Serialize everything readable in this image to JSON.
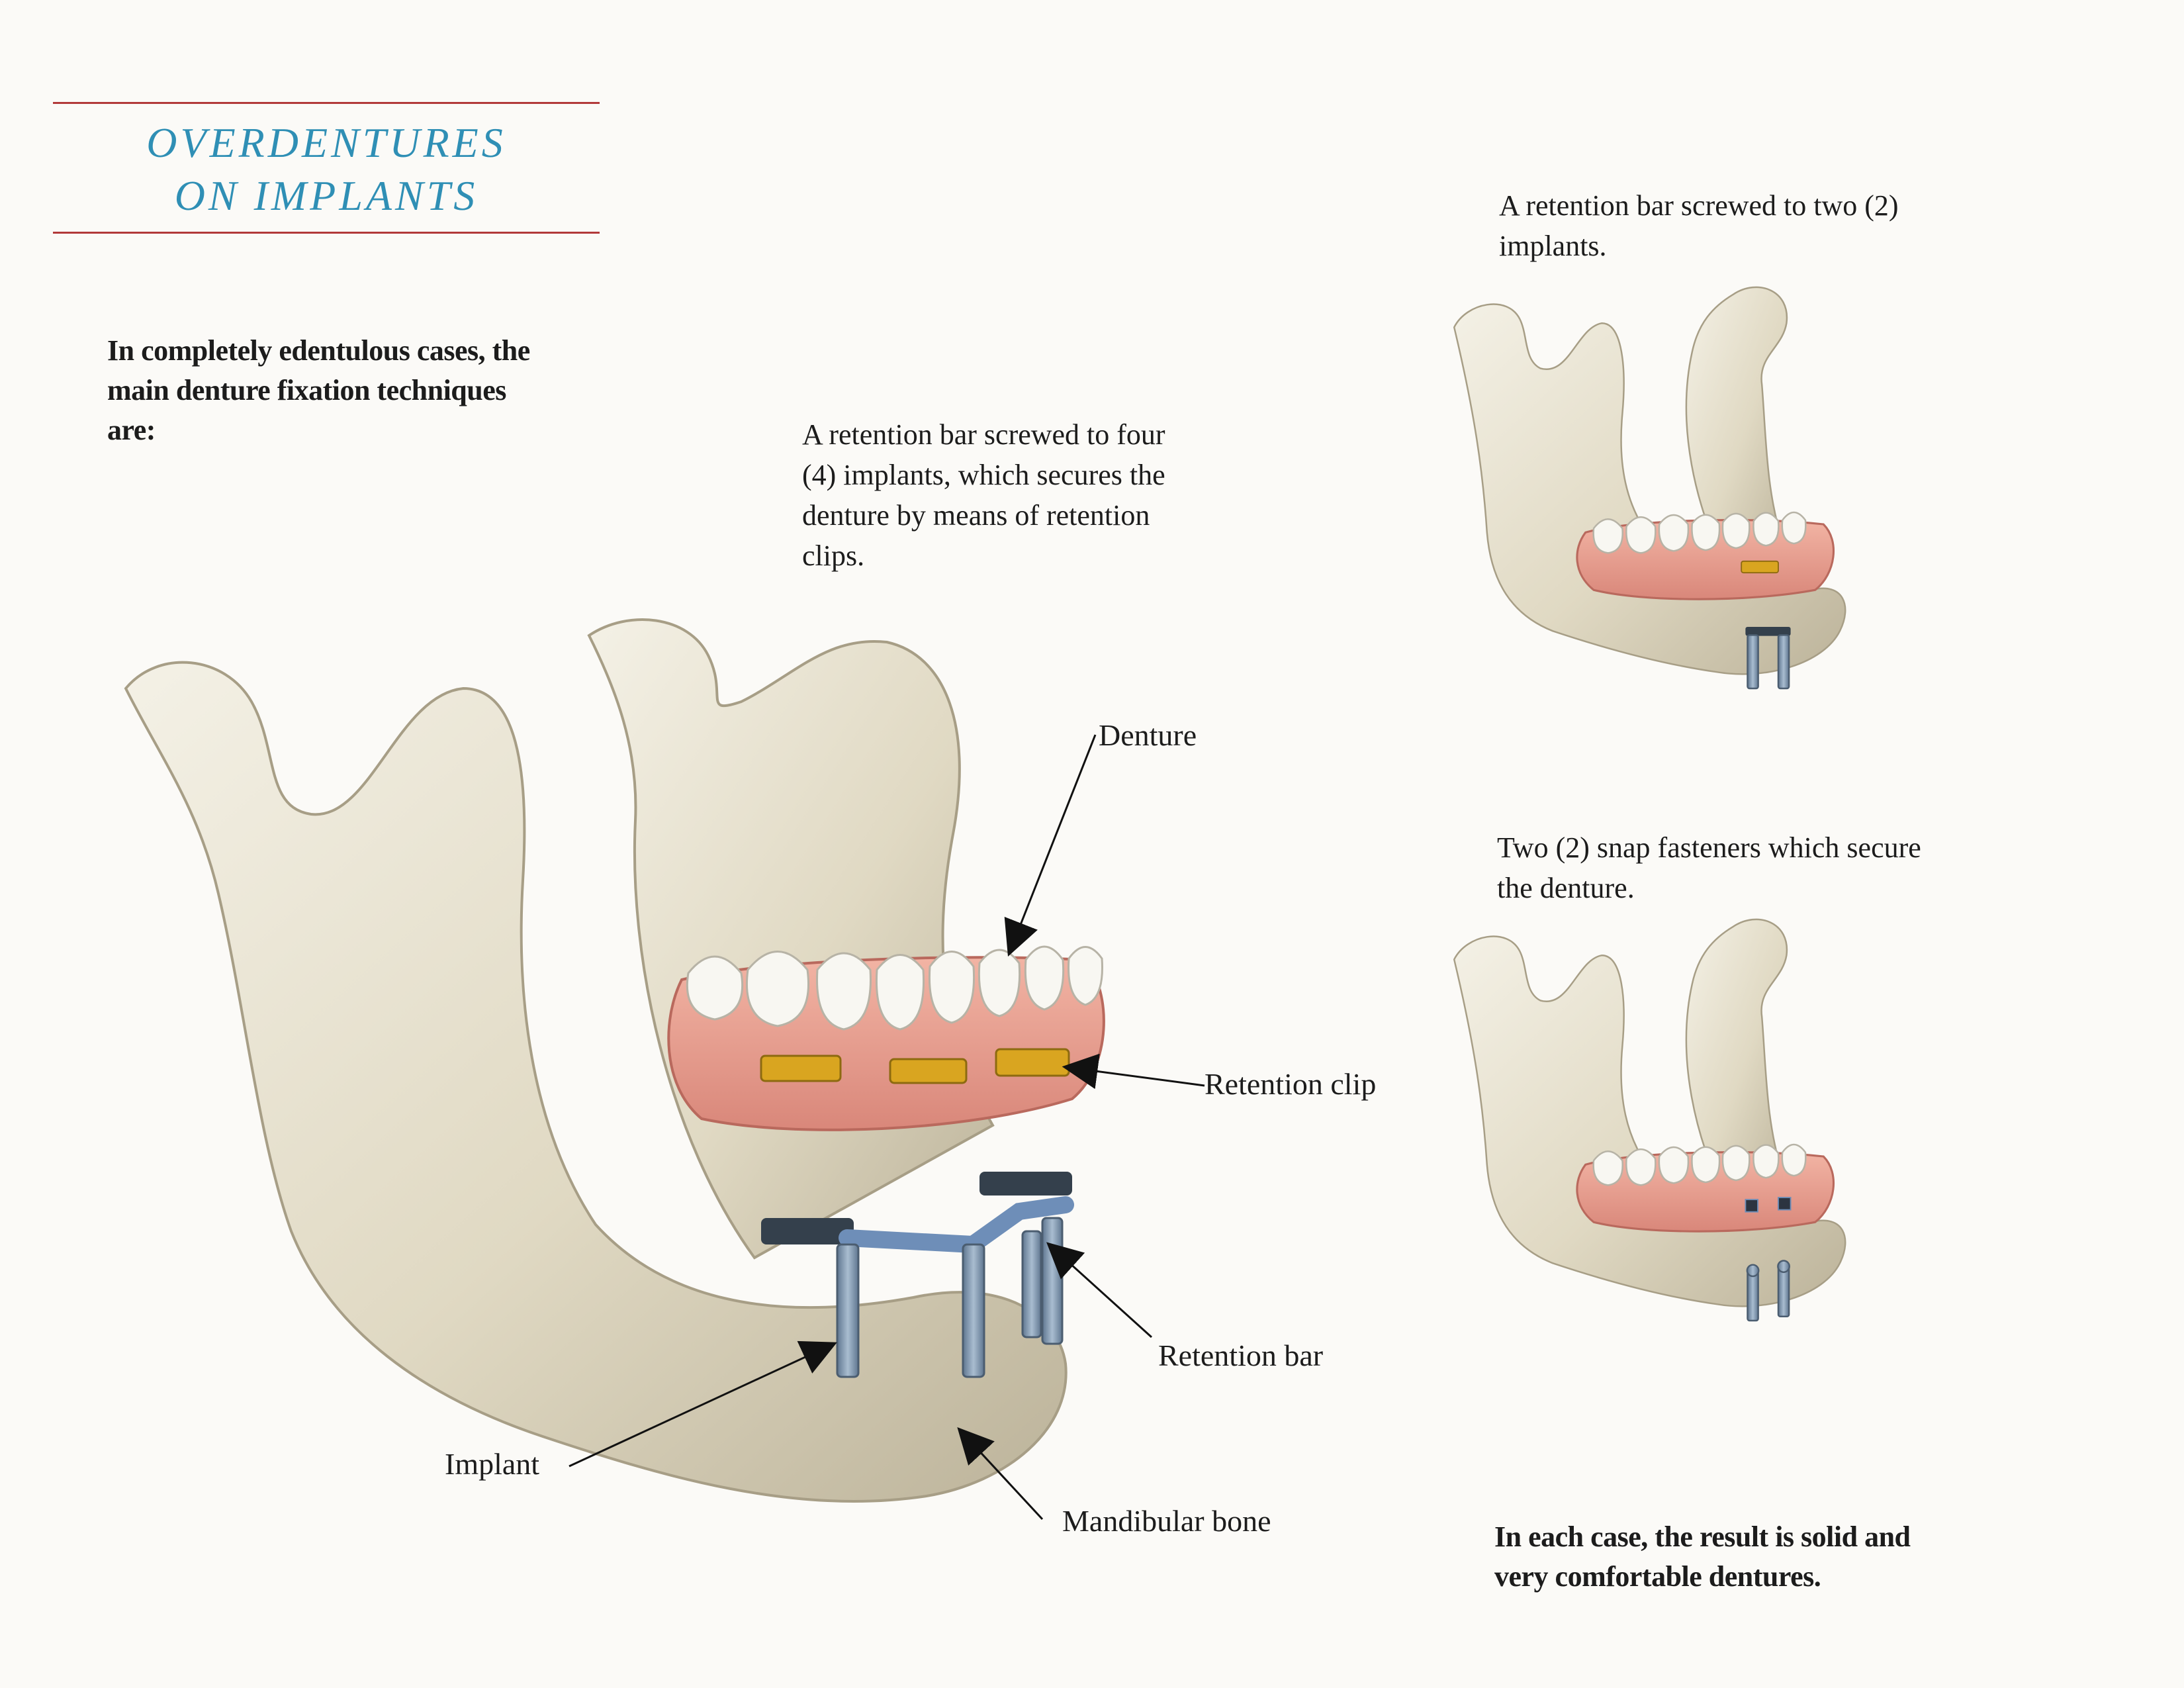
{
  "header": {
    "title_line1": "OVERDENTURES",
    "title_line2": "ON IMPLANTS"
  },
  "intro": "In completely edentulous cases, the main denture fixation techniques are:",
  "main_figure": {
    "caption": "A retention bar screwed to four (4) implants, which secures the denture by means of retention clips.",
    "labels": {
      "denture": "Denture",
      "retention_clip": "Retention clip",
      "retention_bar": "Retention bar",
      "implant": "Implant",
      "mandibular_bone": "Mandibular bone"
    }
  },
  "figure_two_implants": {
    "caption": "A retention bar screwed to two (2) implants."
  },
  "figure_snap": {
    "caption": "Two (2) snap fasteners which secure the denture."
  },
  "conclusion": "In each case, the result is solid and very comfortable dentures.",
  "colors": {
    "title": "#2f8fb5",
    "rule": "#b23a3a",
    "bone": "#e2dcc8",
    "gum": "#e9a08f",
    "gold": "#d9a520",
    "metal": "#7e95ad"
  }
}
